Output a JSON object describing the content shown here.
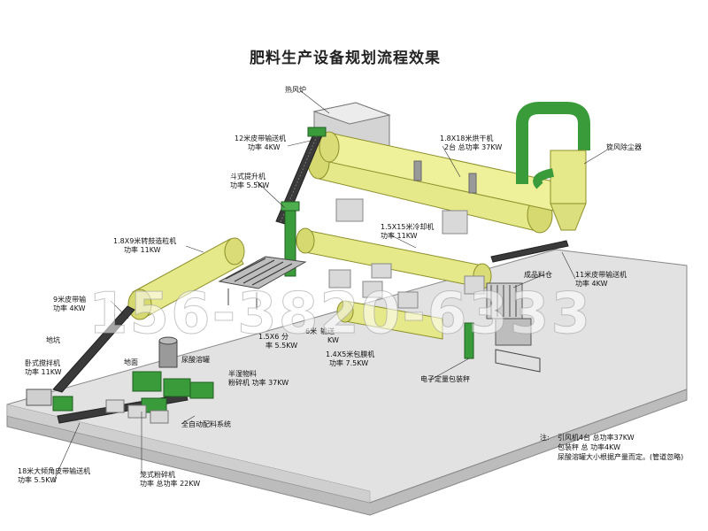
{
  "title": "肥料生产设备规划流程效果",
  "labels": {
    "hot_stove": "热风炉",
    "belt_12m": "12米皮带输送机",
    "belt_12m_power": "功率 4KW",
    "dryer": "1.8X18米烘干机",
    "dryer_power": "2台 总功率 37KW",
    "cyclone": "旋风除尘器",
    "bucket_elevator": "斗式提升机",
    "bucket_power": "功率 5.5KW",
    "cooler": "1.5X15米冷却机",
    "cooler_power": "功率 11KW",
    "granulator": "1.8X9米转鼓造粒机",
    "granulator_power": "功率 11KW",
    "belt_9m": "9米皮带输",
    "belt_9m_power": "功率 4KW",
    "finished_bin": "成品料仓",
    "belt_11m": "11米皮带输送机",
    "belt_11m_power": "功率 4KW",
    "screen": "1.5X6",
    "screen_power": "分",
    "belt_6m": "6米",
    "belt_6m_power": "率 5.5KW",
    "belt_6m_b": "输送",
    "belt_6m_b_power": "KW",
    "coating": "1.4X5米包膜机",
    "coating_power": "功率 7.5KW",
    "pit": "地坑",
    "mixer": "卧式搅拌机",
    "mixer_power": "功率 11KW",
    "ground": "地面",
    "tank": "尿酸溶罐",
    "semi_crusher": "半湿物料",
    "semi_crusher_b": "粉碎机 功率 37KW",
    "packer": "电子定量包装秤",
    "batching": "全自动配料系统",
    "belt_18m": "18米大倾角皮带输送机",
    "belt_18m_power": "功率 5.5KW",
    "cage_crusher": "笼式粉碎机",
    "cage_crusher_power": "功率 总功率 22KW"
  },
  "notes": {
    "prefix": "注:",
    "line1": "引风机4台 总功率37KW",
    "line2": "包装秤 总 功率4KW",
    "line3": "尿酸溶罐大小根据产量而定。(管道忽略)"
  },
  "watermark": "156-3820-6333",
  "colors": {
    "drum": "#e6e98a",
    "drum_edge": "#8d8f2a",
    "green": "#3a9b3a",
    "platform": "#e4e4e4",
    "platform_side": "#bdbdbd"
  }
}
